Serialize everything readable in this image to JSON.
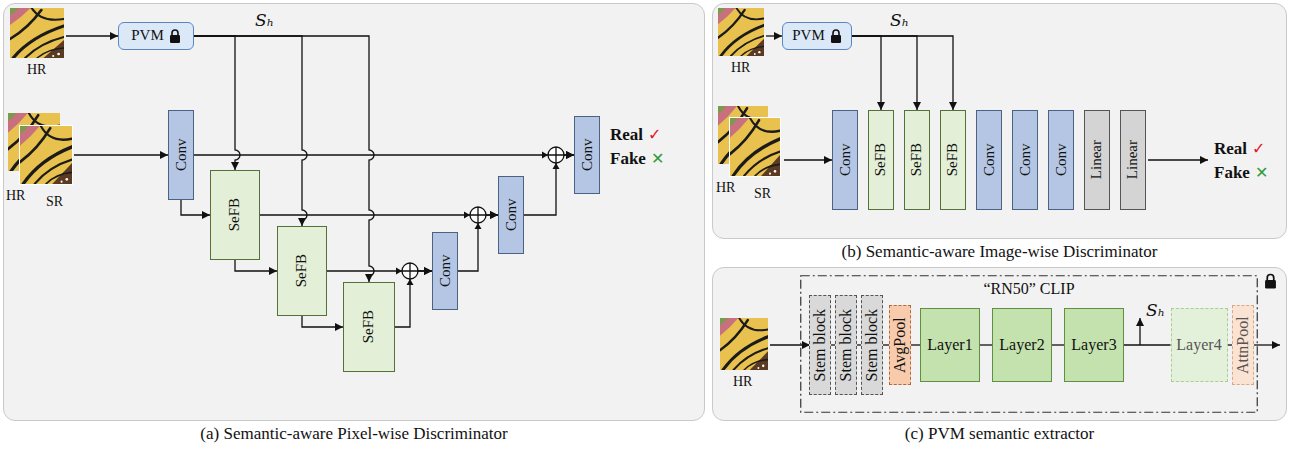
{
  "diagram": {
    "nodes": [
      {
        "text": [
          "(a) Semantic-aware Pixel-wise Discriminator"
        ]
      },
      {
        "text": [
          "PVM"
        ],
        "in": 0
      },
      {
        "text": [
          "Conv"
        ],
        "in": 0
      },
      {
        "text": [
          "SeFB"
        ],
        "in": 0
      },
      {
        "text": [
          "SeFB"
        ],
        "in": 0
      },
      {
        "text": [
          "SeFB"
        ],
        "in": 0
      },
      {
        "text": [
          "Conv"
        ],
        "in": 0
      },
      {
        "text": [
          "Conv"
        ],
        "in": 0
      },
      {
        "text": [
          "Conv"
        ],
        "in": 0
      },
      {
        "text": [
          "(b) Semantic-aware Image-wise Discriminator"
        ]
      },
      {
        "text": [
          "PVM"
        ],
        "in": 9
      },
      {
        "text": [
          "Conv"
        ],
        "in": 9
      },
      {
        "text": [
          "SeFB"
        ],
        "in": 9
      },
      {
        "text": [
          "SeFB"
        ],
        "in": 9
      },
      {
        "text": [
          "SeFB"
        ],
        "in": 9
      },
      {
        "text": [
          "Conv"
        ],
        "in": 9
      },
      {
        "text": [
          "Conv"
        ],
        "in": 9
      },
      {
        "text": [
          "Conv"
        ],
        "in": 9
      },
      {
        "text": [
          "Linear"
        ],
        "in": 9
      },
      {
        "text": [
          "Linear"
        ],
        "in": 9
      },
      {
        "text": [
          "(c) PVM semantic extractor"
        ]
      },
      {
        "text": [
          "“RN50” CLIP"
        ],
        "in": 20
      },
      {
        "text": [
          "Stem block"
        ],
        "in": 21
      },
      {
        "text": [
          "Stem block"
        ],
        "in": 21
      },
      {
        "text": [
          "Stem block"
        ],
        "in": 21
      },
      {
        "text": [
          "AvgPool"
        ],
        "in": 21
      },
      {
        "text": [
          "Layer1"
        ],
        "in": 21
      },
      {
        "text": [
          "Layer2"
        ],
        "in": 21
      },
      {
        "text": [
          "Layer3"
        ],
        "in": 21
      },
      {
        "text": [
          "Layer4"
        ],
        "in": 21
      },
      {
        "text": [
          "AttnPool"
        ],
        "in": 21
      }
    ],
    "edges": [
      {
        "from": 1,
        "to": 3,
        "arrow": "to"
      },
      {
        "from": 1,
        "to": 4,
        "arrow": "to"
      },
      {
        "from": 1,
        "to": 5,
        "arrow": "to"
      },
      {
        "from": 2,
        "to": 3,
        "arrow": "to"
      },
      {
        "from": 2,
        "to": 8,
        "arrow": "to"
      },
      {
        "from": 3,
        "to": 4,
        "arrow": "to"
      },
      {
        "from": 4,
        "to": 5,
        "arrow": "to"
      },
      {
        "from": 3,
        "to": 7,
        "arrow": "to"
      },
      {
        "from": 4,
        "to": 6,
        "arrow": "to"
      },
      {
        "from": 5,
        "to": 6,
        "arrow": "to"
      },
      {
        "from": 6,
        "to": 7,
        "arrow": "to"
      },
      {
        "from": 7,
        "to": 8,
        "arrow": "to"
      },
      {
        "from": 10,
        "to": 12,
        "arrow": "to"
      },
      {
        "from": 10,
        "to": 13,
        "arrow": "to"
      },
      {
        "from": 10,
        "to": 14,
        "arrow": "to"
      },
      {
        "from": 22,
        "to": 23,
        "arrow": "none"
      },
      {
        "from": 23,
        "to": 24,
        "arrow": "none"
      },
      {
        "from": 24,
        "to": 25,
        "arrow": "none"
      },
      {
        "from": 25,
        "to": 26,
        "arrow": "none"
      },
      {
        "from": 26,
        "to": 27,
        "arrow": "none"
      },
      {
        "from": 27,
        "to": 28,
        "arrow": "none"
      },
      {
        "from": 28,
        "to": 29,
        "arrow": "none"
      },
      {
        "from": 29,
        "to": 30,
        "arrow": "none"
      }
    ],
    "labels": [
      "HR",
      "HR",
      "SR",
      "Sₕ",
      "Real",
      "✓",
      "Fake",
      "✕",
      "HR",
      "HR",
      "SR",
      "Sₕ",
      "Real",
      "✓",
      "Fake",
      "✕",
      "HR",
      "Sₕ"
    ]
  }
}
